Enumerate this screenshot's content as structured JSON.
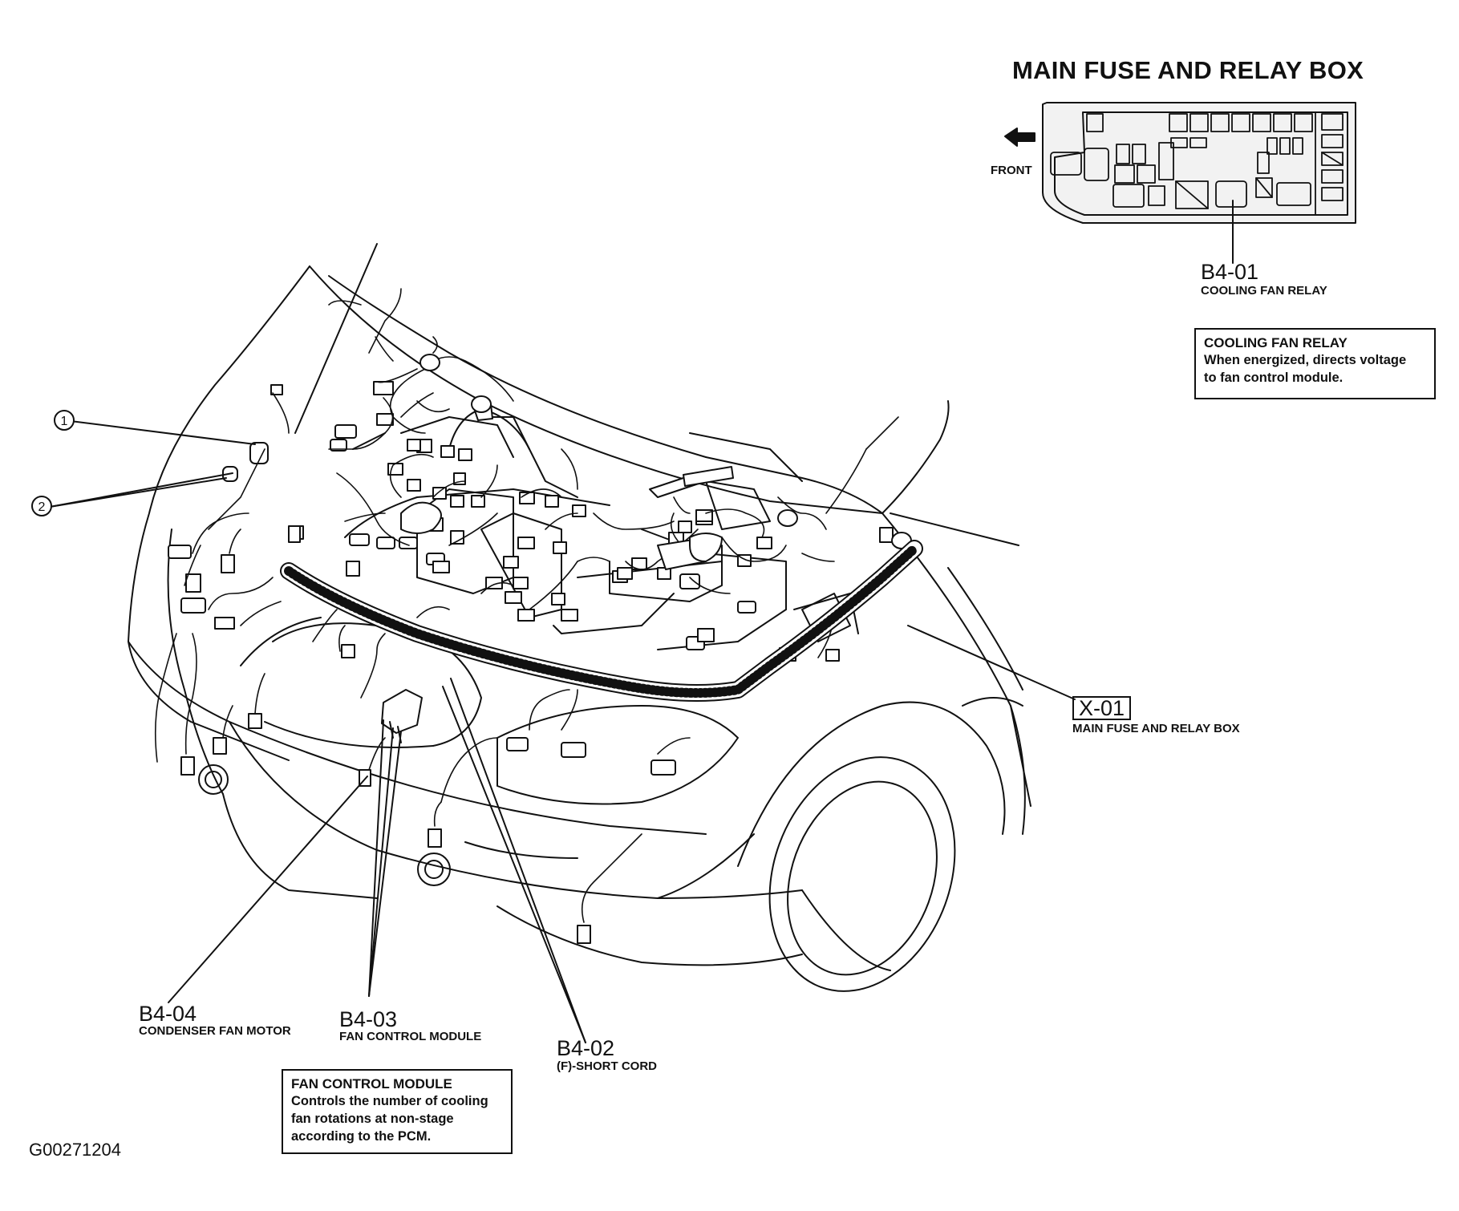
{
  "fuse_box": {
    "title": "MAIN FUSE AND RELAY BOX",
    "front_label": "FRONT",
    "relay_code": "B4-01",
    "relay_caption": "COOLING FAN RELAY"
  },
  "relay_note": {
    "title": "COOLING FAN RELAY",
    "text": "When energized, directs voltage\nto fan control module."
  },
  "callouts": {
    "one": "1",
    "two": "2"
  },
  "x01": {
    "code": "X-01",
    "caption": "MAIN FUSE AND RELAY BOX"
  },
  "b404": {
    "code": "B4-04",
    "caption": "CONDENSER FAN MOTOR"
  },
  "b403": {
    "code": "B4-03",
    "caption": "FAN CONTROL MODULE"
  },
  "b402": {
    "code": "B4-02",
    "caption": "(F)-SHORT CORD"
  },
  "module_note": {
    "title": "FAN CONTROL MODULE",
    "text": "Controls the number of cooling\nfan rotations at non-stage\naccording to the PCM."
  },
  "image_id": "G00271204",
  "colors": {
    "ink": "#111111",
    "paper": "#ffffff",
    "panel": "#f2f2f2"
  }
}
